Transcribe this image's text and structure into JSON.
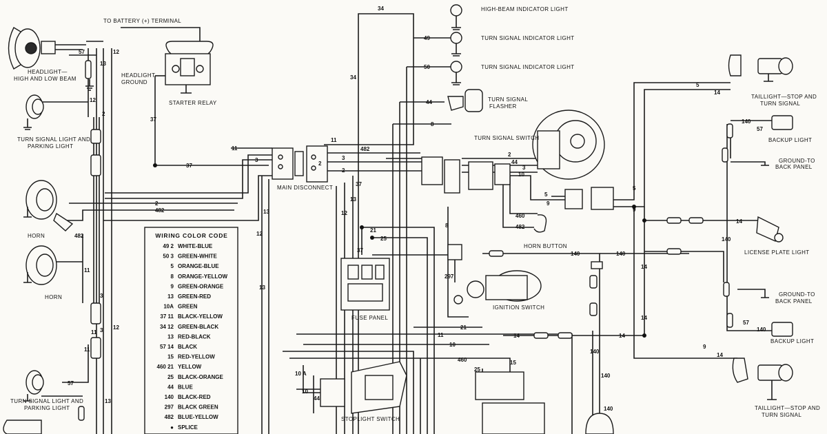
{
  "labels": {
    "battery": "TO BATTERY (+) TERMINAL",
    "headlight": "HEADLIGHT—",
    "headlight2": "HIGH AND LOW BEAM",
    "headlight_ground": "HEADLIGHT",
    "headlight_ground2": "GROUND",
    "starter_relay": "STARTER RELAY",
    "turn_park_top": "TURN SIGNAL LIGHT AND",
    "turn_park_top2": "PARKING LIGHT",
    "horn_top": "HORN",
    "horn_bottom": "HORN",
    "turn_park_bottom": "TURN SIGNAL LIGHT AND",
    "turn_park_bottom2": "PARKING LIGHT",
    "high_beam": "HIGH-BEAM INDICATOR LIGHT",
    "turn_ind_1": "TURN SIGNAL INDICATOR LIGHT",
    "turn_ind_2": "TURN SIGNAL INDICATOR LIGHT",
    "flasher": "TURN SIGNAL",
    "flasher2": "FLASHER",
    "turn_switch": "TURN SIGNAL SWITCH",
    "main_disconnect": "MAIN DISCONNECT",
    "horn_button": "HORN BUTTON",
    "fuse_panel": "FUSE PANEL",
    "ignition_switch": "IGNITION SWITCH",
    "stoplight_switch": "STOPLIGHT SWITCH",
    "taillight_top": "TAILLIGHT—STOP AND",
    "taillight_top2": "TURN SIGNAL",
    "backup_top": "BACKUP LIGHT",
    "ground_back_top": "GROUND-TO",
    "ground_back_top2": "BACK PANEL",
    "license": "LICENSE PLATE LIGHT",
    "ground_back_bottom": "GROUND-TO",
    "ground_back_bottom2": "BACK PANEL",
    "backup_bottom": "BACKUP LIGHT",
    "taillight_bottom": "TAILLIGHT—STOP AND",
    "taillight_bottom2": "TURN SIGNAL"
  },
  "legend": {
    "title": "WIRING COLOR CODE",
    "rows": [
      {
        "code": "49 2",
        "color": "WHITE-BLUE"
      },
      {
        "code": "50 3",
        "color": "GREEN-WHITE"
      },
      {
        "code": "5",
        "color": "ORANGE-BLUE"
      },
      {
        "code": "8",
        "color": "ORANGE-YELLOW"
      },
      {
        "code": "9",
        "color": "GREEN-ORANGE"
      },
      {
        "code": "13",
        "color": "GREEN-RED"
      },
      {
        "code": "10A",
        "color": "GREEN"
      },
      {
        "code": "37 11",
        "color": "BLACK-YELLOW"
      },
      {
        "code": "34 12",
        "color": "GREEN-BLACK"
      },
      {
        "code": "13",
        "color": "RED-BLACK"
      },
      {
        "code": "57 14",
        "color": "BLACK"
      },
      {
        "code": "15",
        "color": "RED-YELLOW"
      },
      {
        "code": "460 21",
        "color": "YELLOW"
      },
      {
        "code": "25",
        "color": "BLACK-ORANGE"
      },
      {
        "code": "44",
        "color": "BLUE"
      },
      {
        "code": "140",
        "color": "BLACK-RED"
      },
      {
        "code": "297",
        "color": "BLACK GREEN"
      },
      {
        "code": "482",
        "color": "BLUE-YELLOW"
      },
      {
        "code": "●",
        "color": "SPLICE"
      }
    ]
  },
  "wire_numbers": {
    "w57a": "57",
    "w12a": "12",
    "w13a": "13",
    "w2a": "2",
    "w37a": "37",
    "w37b": "37",
    "w11a": "11",
    "w3a": "3",
    "w2b": "2",
    "w482a": "482",
    "w482b": "482",
    "w11b": "11",
    "w3b": "3",
    "w13b": "13",
    "w12b": "12",
    "w13c": "13",
    "w12c": "12",
    "w34": "34",
    "w49": "49",
    "w50": "50",
    "w44a": "44",
    "w8a": "8",
    "w34b": "34",
    "w11c": "11",
    "w482c": "482",
    "w3c": "3",
    "w2c": "2",
    "w37c": "37",
    "w13d": "13",
    "w12d": "12",
    "w2d": "2",
    "w44b": "44",
    "w3d": "3",
    "w10a": "10",
    "w5a": "5",
    "w9a": "9",
    "w460a": "460",
    "w482d": "482",
    "w21a": "21",
    "w25a": "25",
    "w37d": "37",
    "w8b": "8",
    "w297": "297",
    "w140a": "140",
    "w140b": "140",
    "w21b": "21",
    "w11d": "11",
    "w10b": "10",
    "w14a": "14",
    "w14b": "14",
    "w460b": "460",
    "w25b": "25",
    "w15": "15",
    "w10c": "10 A",
    "w10d": "10",
    "w44c": "44",
    "w140c": "140",
    "w140d": "140",
    "w5b": "5",
    "w14c": "14",
    "w140e": "140",
    "w57b": "57",
    "w5c": "5",
    "w9b": "9",
    "w14d": "14",
    "w140f": "140",
    "w14e": "14",
    "w57c": "57",
    "w140g": "140",
    "w9c": "9",
    "w14f": "14",
    "w14g": "14",
    "w11e": "11",
    "w3e": "3",
    "w11f": "11",
    "w13e": "13",
    "w57d": "57",
    "w140h": "140",
    "w12e": "12",
    "w2e": "2"
  }
}
